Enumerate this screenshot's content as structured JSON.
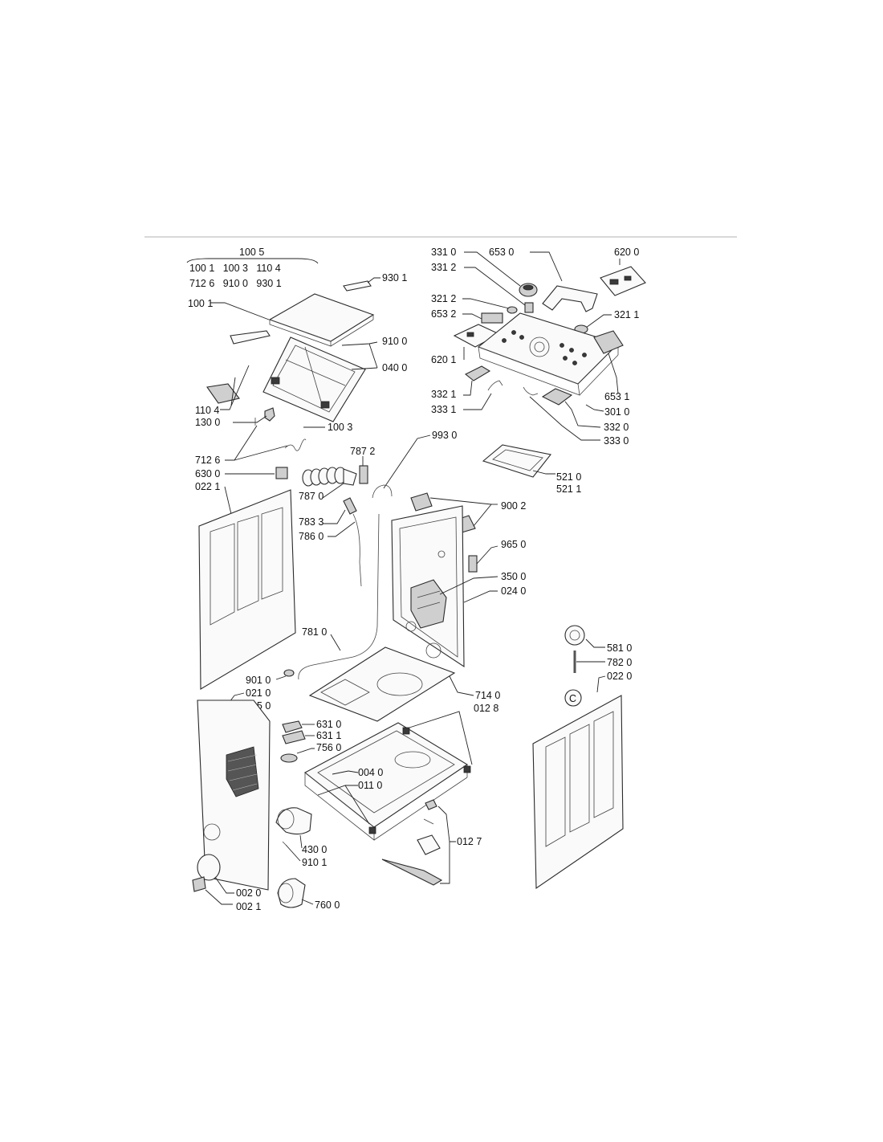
{
  "diagram": {
    "group_header": "100 5",
    "group_rows": [
      "100 1   100 3   110 4",
      "712 6   910 0   930 1"
    ],
    "labels": {
      "p9301": "930 1",
      "p1001": "100 1",
      "p9100": "910 0",
      "p0400": "040 0",
      "p1104": "110 4",
      "p1300": "130 0",
      "p1003": "100 3",
      "p7126": "712 6",
      "p6300": "630 0",
      "p0221": "022 1",
      "p7872": "787 2",
      "p7870": "787 0",
      "p7833": "783 3",
      "p7860": "786 0",
      "p3310": "331 0",
      "p3312": "331 2",
      "p6530": "653 0",
      "p6200": "620 0",
      "p3212": "321 2",
      "p6532": "653 2",
      "p3211": "321 1",
      "p6201": "620 1",
      "p6531": "653 1",
      "p3321": "332 1",
      "p3011": "301 0",
      "p3331": "333 1",
      "p3320": "332 0",
      "p3330": "333 0",
      "p9930": "993 0",
      "p5210": "521 0",
      "p5211": "521 1",
      "p9002": "900 2",
      "p9650": "965 0",
      "p3500": "350 0",
      "p0240": "024 0",
      "p7810": "781 0",
      "p5810": "581 0",
      "p7820": "782 0",
      "p0220": "022 0",
      "p9010": "901 0",
      "p0210": "021 0",
      "p0650": "065 0",
      "p7140": "714 0",
      "p0128": "012 8",
      "p6310": "631 0",
      "p6311": "631 1",
      "p7560": "756 0",
      "p0040": "004 0",
      "p0110": "011 0",
      "p0127": "012 7",
      "p4300": "430 0",
      "p9101": "910 1",
      "p0020": "002 0",
      "p0021": "002 1",
      "p7600": "760 0"
    },
    "badge_letter": "C"
  }
}
